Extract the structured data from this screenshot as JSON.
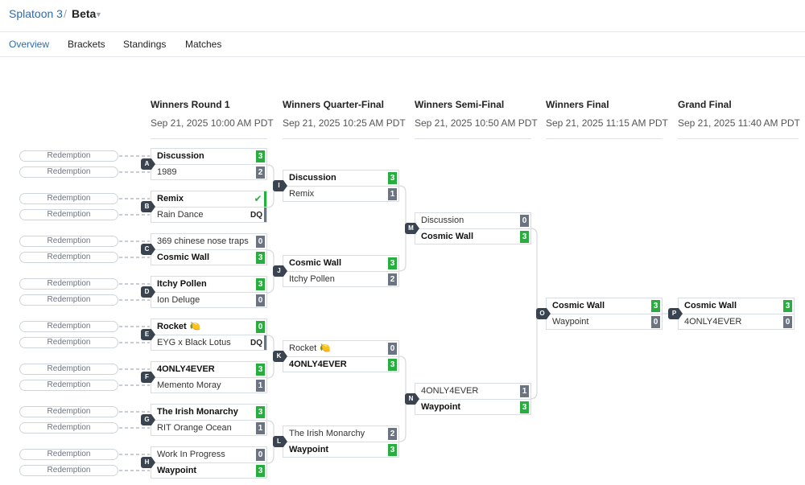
{
  "breadcrumb": {
    "game": "Splatoon 3",
    "separator": "/",
    "stage": "Beta"
  },
  "tabs": [
    {
      "label": "Overview",
      "active": true
    },
    {
      "label": "Brackets",
      "active": false
    },
    {
      "label": "Standings",
      "active": false
    },
    {
      "label": "Matches",
      "active": false
    }
  ],
  "rounds": [
    {
      "name": "Winners Round 1",
      "date": "Sep 21, 2025 10:00 AM PDT"
    },
    {
      "name": "Winners Quarter-Final",
      "date": "Sep 21, 2025 10:25 AM PDT"
    },
    {
      "name": "Winners Semi-Final",
      "date": "Sep 21, 2025 10:50 AM PDT"
    },
    {
      "name": "Winners Final",
      "date": "Sep 21, 2025 11:15 AM PDT"
    },
    {
      "name": "Grand Final",
      "date": "Sep 21, 2025 11:40 AM PDT"
    }
  ],
  "redemption_label": "Redemption",
  "matches": {
    "A": {
      "id": "A",
      "top": {
        "name": "Discussion",
        "score": "3",
        "win": true
      },
      "bot": {
        "name": "1989",
        "score": "2",
        "win": false
      }
    },
    "B": {
      "id": "B",
      "top": {
        "name": "Remix",
        "score": "✔",
        "win": true
      },
      "bot": {
        "name": "Rain Dance",
        "score": "DQ",
        "win": false
      }
    },
    "C": {
      "id": "C",
      "top": {
        "name": "369 chinese nose traps",
        "score": "0",
        "win": false
      },
      "bot": {
        "name": "Cosmic Wall",
        "score": "3",
        "win": true
      }
    },
    "D": {
      "id": "D",
      "top": {
        "name": "Itchy Pollen",
        "score": "3",
        "win": true
      },
      "bot": {
        "name": "Ion Deluge",
        "score": "0",
        "win": false
      }
    },
    "E": {
      "id": "E",
      "top": {
        "name": "Rocket",
        "score": "0",
        "win": true
      },
      "bot": {
        "name": "EYG x Black Lotus",
        "score": "DQ",
        "win": false
      }
    },
    "F": {
      "id": "F",
      "top": {
        "name": "4ONLY4EVER",
        "score": "3",
        "win": true
      },
      "bot": {
        "name": "Memento Moray",
        "score": "1",
        "win": false
      }
    },
    "G": {
      "id": "G",
      "top": {
        "name": "The Irish Monarchy",
        "score": "3",
        "win": true
      },
      "bot": {
        "name": "RIT Orange Ocean",
        "score": "1",
        "win": false
      }
    },
    "H": {
      "id": "H",
      "top": {
        "name": "Work In Progress",
        "score": "0",
        "win": false
      },
      "bot": {
        "name": "Waypoint",
        "score": "3",
        "win": true
      }
    },
    "I": {
      "id": "I",
      "top": {
        "name": "Discussion",
        "score": "3",
        "win": true
      },
      "bot": {
        "name": "Remix",
        "score": "1",
        "win": false
      }
    },
    "J": {
      "id": "J",
      "top": {
        "name": "Cosmic Wall",
        "score": "3",
        "win": true
      },
      "bot": {
        "name": "Itchy Pollen",
        "score": "2",
        "win": false
      }
    },
    "K": {
      "id": "K",
      "top": {
        "name": "Rocket",
        "score": "0",
        "win": false
      },
      "bot": {
        "name": "4ONLY4EVER",
        "score": "3",
        "win": true
      }
    },
    "L": {
      "id": "L",
      "top": {
        "name": "The Irish Monarchy",
        "score": "2",
        "win": false
      },
      "bot": {
        "name": "Waypoint",
        "score": "3",
        "win": true
      }
    },
    "M": {
      "id": "M",
      "top": {
        "name": "Discussion",
        "score": "0",
        "win": false
      },
      "bot": {
        "name": "Cosmic Wall",
        "score": "3",
        "win": true
      }
    },
    "N": {
      "id": "N",
      "top": {
        "name": "4ONLY4EVER",
        "score": "1",
        "win": false
      },
      "bot": {
        "name": "Waypoint",
        "score": "3",
        "win": true
      }
    },
    "O": {
      "id": "O",
      "top": {
        "name": "Cosmic Wall",
        "score": "3",
        "win": true
      },
      "bot": {
        "name": "Waypoint",
        "score": "0",
        "win": false
      }
    },
    "P": {
      "id": "P",
      "top": {
        "name": "Cosmic Wall",
        "score": "3",
        "win": true
      },
      "bot": {
        "name": "4ONLY4EVER",
        "score": "0",
        "win": false
      }
    }
  },
  "colors": {
    "accent": "#2b6cb0",
    "win": "#27ae3f",
    "loss": "#6b7480",
    "badge": "#3a4450"
  },
  "icons": {
    "rocket_emblem": "lemon-icon",
    "win_check": "check-icon"
  }
}
